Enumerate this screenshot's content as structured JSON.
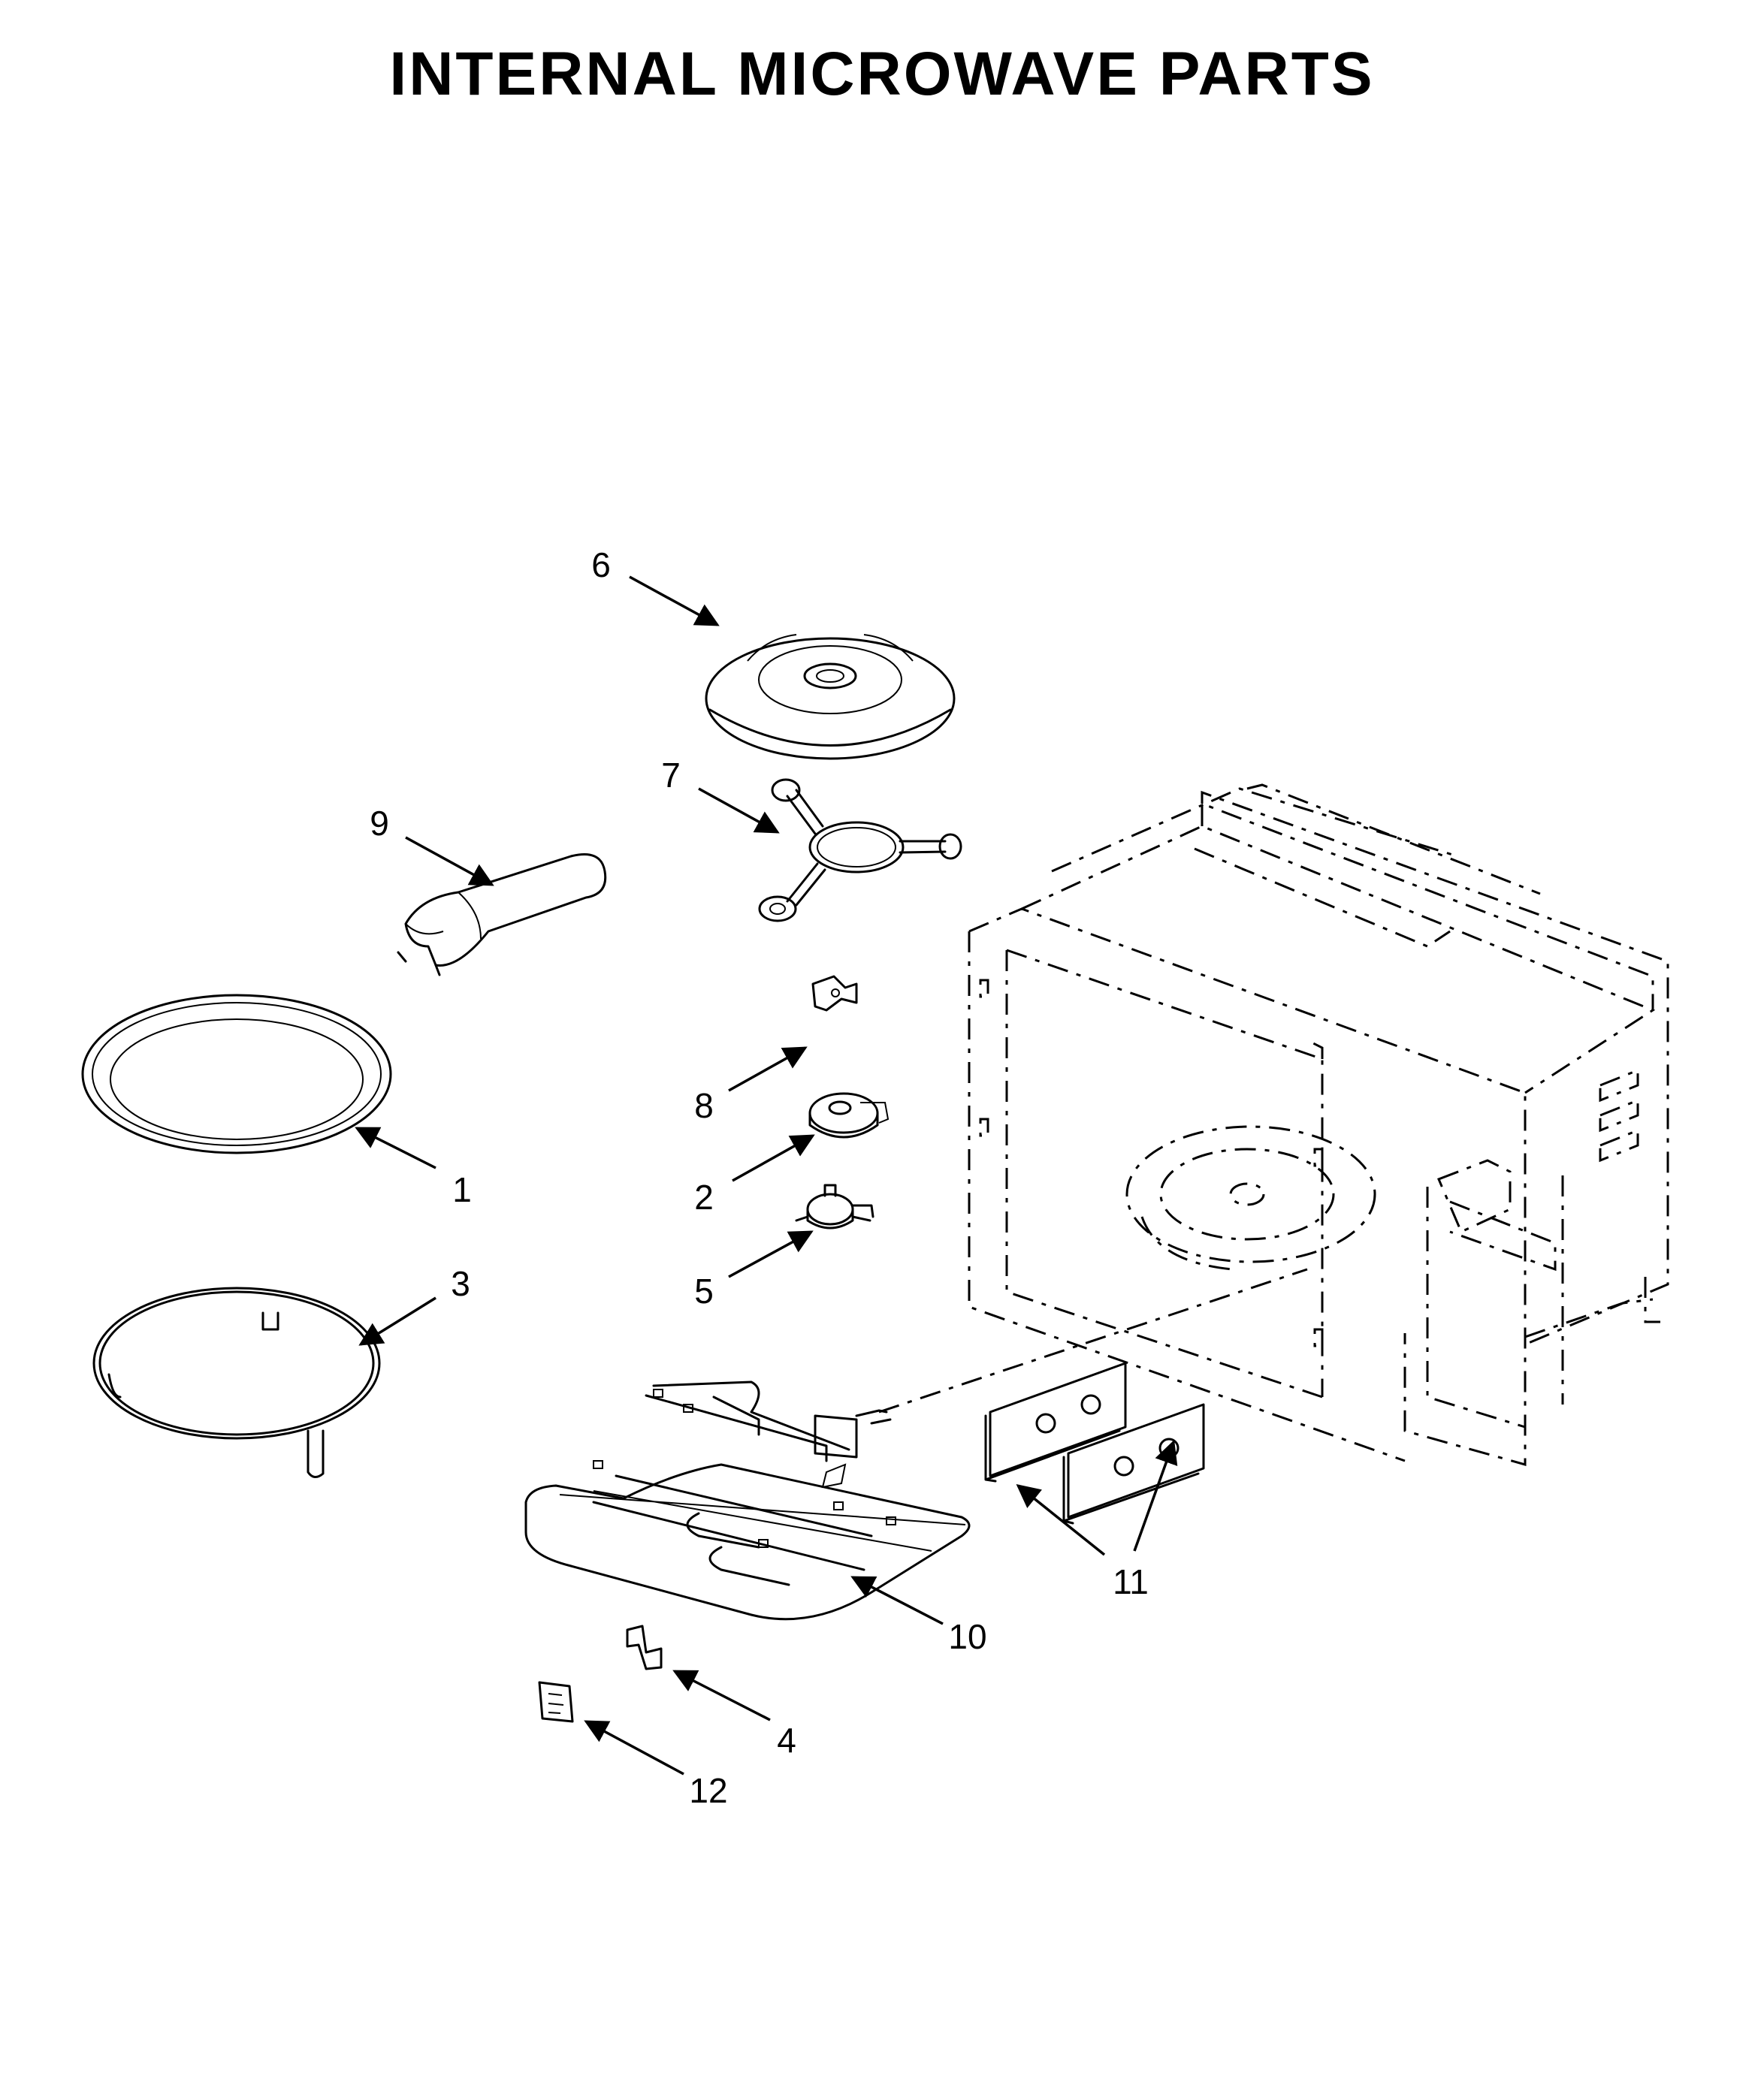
{
  "title": "INTERNAL MICROWAVE PARTS",
  "callouts": {
    "c1": "1",
    "c2": "2",
    "c3": "3",
    "c4": "4",
    "c5": "5",
    "c6": "6",
    "c7": "7",
    "c8": "8",
    "c9": "9",
    "c10": "10",
    "c11": "11",
    "c12": "12"
  },
  "colors": {
    "ink": "#000000",
    "paper": "#ffffff",
    "stipple": "#555555"
  }
}
